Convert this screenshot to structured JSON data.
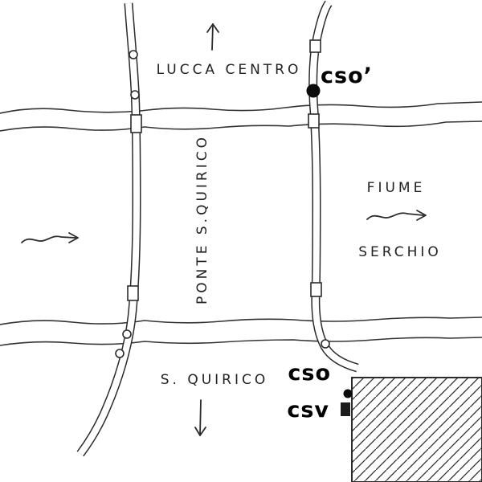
{
  "canvas": {
    "background": "#ffffff",
    "ink": "#2b2b2b"
  },
  "labels": {
    "lucca_centro": "LUCCA CENTRO",
    "ponte_s_quirico": "PONTE S.QUIRICO",
    "fiume": "FIUME",
    "serchio": "SERCHIO",
    "s_quirico": "S. QUIRICO",
    "station_cso_prime": "cso’",
    "station_cso": "cso",
    "station_csv": "csv"
  },
  "icons": {
    "north_arrow": "arrow-up",
    "south_arrow": "arrow-down",
    "flow_arrow_left": "wavy-arrow-right",
    "flow_arrow_river": "wavy-arrow-right",
    "cso_prime_marker": "large-filled-circle",
    "cso_marker": "small-filled-circle",
    "csv_marker": "small-filled-square",
    "hatched_area": "diagonal-hatch-block"
  }
}
